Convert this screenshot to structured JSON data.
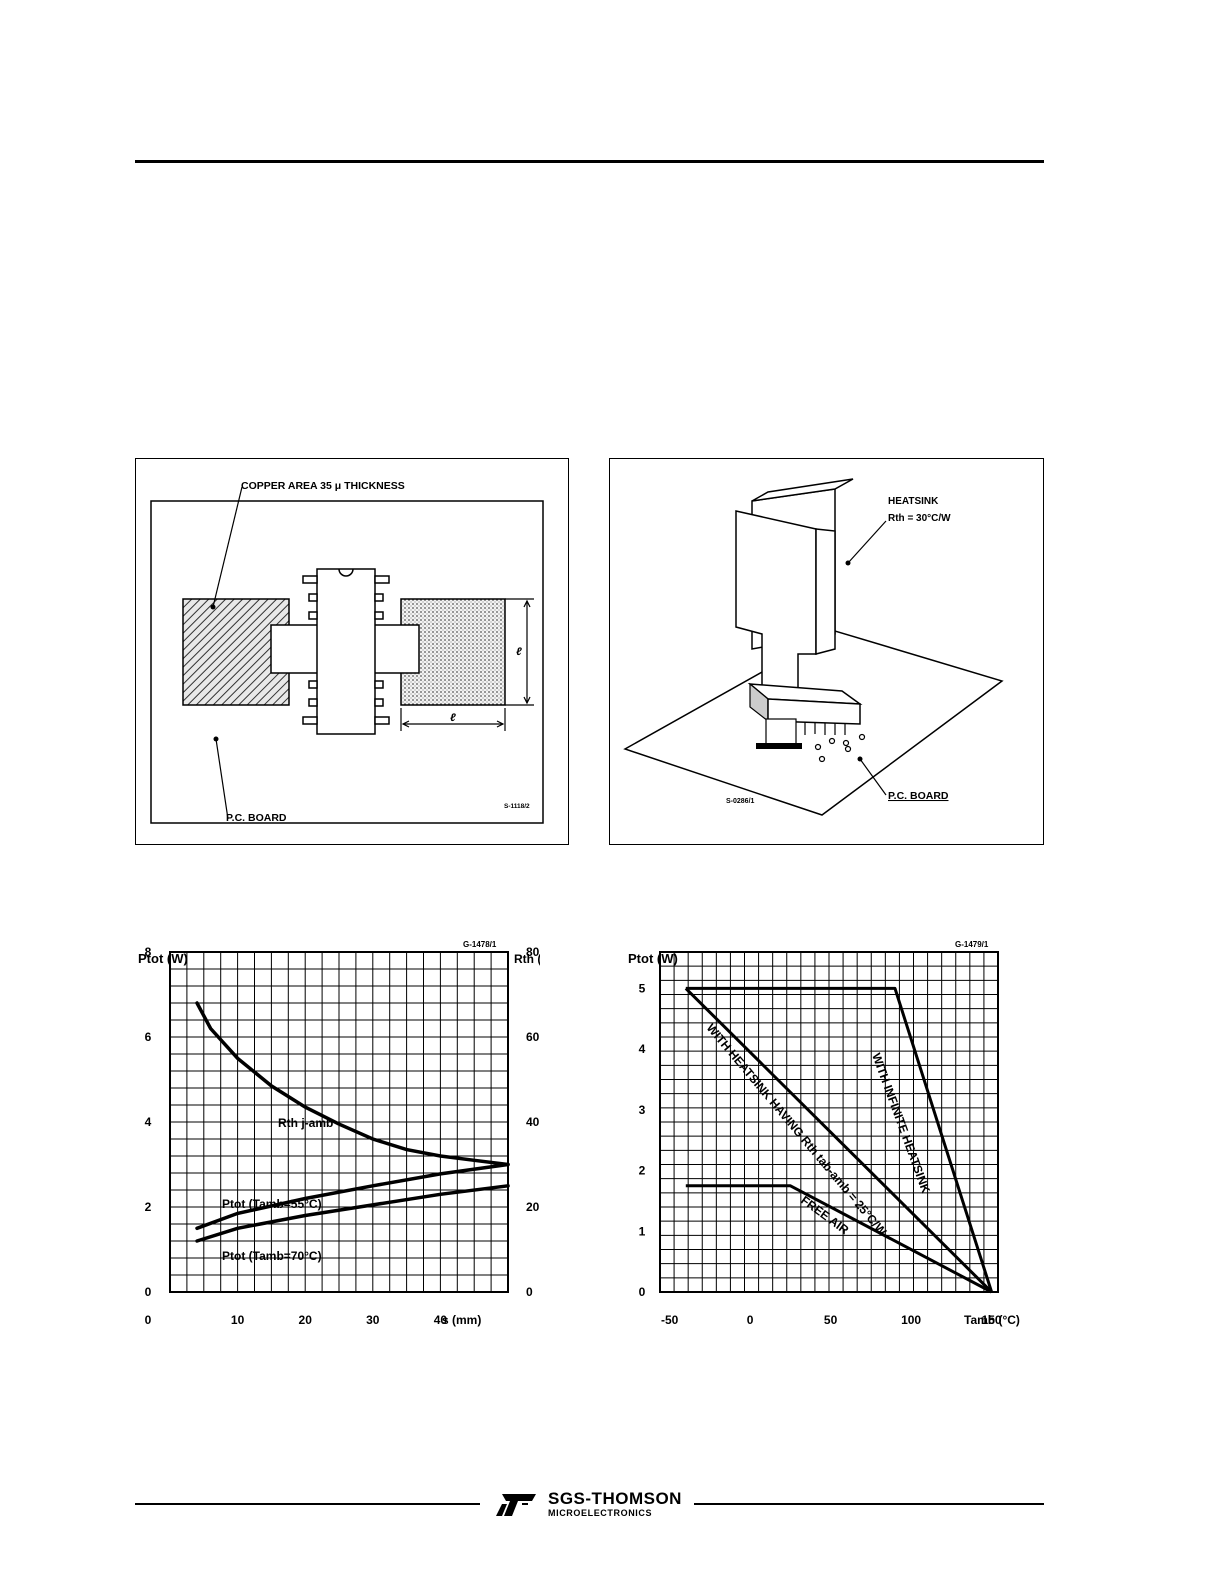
{
  "figure1": {
    "copper_label": "COPPER AREA 35 μ THICKNESS",
    "board_label": "P.C. BOARD",
    "dim_label": "ℓ",
    "ref": "S-1118/2"
  },
  "figure2": {
    "heatsink_label": "HEATSINK",
    "rth_label": "Rth = 30°C/W",
    "board_label": "P.C. BOARD",
    "ref": "S-0286/1"
  },
  "chart_data": [
    {
      "type": "line",
      "ref": "G-1478/1",
      "ylabel": "Ptot (W)",
      "y2label": "Rth (°C/W)",
      "xlabel": "s (mm)",
      "xlim": [
        0,
        50
      ],
      "ylim": [
        0,
        8
      ],
      "y2lim": [
        0,
        80
      ],
      "x_ticks": [
        "0",
        "10",
        "20",
        "30",
        "40"
      ],
      "y_ticks": [
        "0",
        "2",
        "4",
        "6",
        "8"
      ],
      "y2_ticks": [
        "0",
        "20",
        "40",
        "60",
        "80"
      ],
      "series": [
        {
          "name": "Rth j-amb",
          "axis": "right",
          "x": [
            4,
            6,
            10,
            15,
            20,
            25,
            30,
            35,
            40,
            45,
            50
          ],
          "y": [
            68,
            62,
            55,
            48.5,
            43.5,
            39.5,
            36,
            33.5,
            32,
            31,
            30
          ]
        },
        {
          "name": "Ptot (Tamb=55°C)",
          "axis": "left",
          "x": [
            4,
            10,
            20,
            30,
            40,
            50
          ],
          "y": [
            1.5,
            1.85,
            2.2,
            2.5,
            2.78,
            3.0
          ]
        },
        {
          "name": "Ptot (Tamb=70°C)",
          "axis": "left",
          "x": [
            4,
            10,
            20,
            30,
            40,
            50
          ],
          "y": [
            1.2,
            1.5,
            1.8,
            2.05,
            2.3,
            2.5
          ]
        }
      ]
    },
    {
      "type": "line",
      "ref": "G-1479/1",
      "ylabel": "Ptot (W)",
      "xlabel": "Tamb (°C)",
      "xlim": [
        -50,
        150
      ],
      "ylim": [
        0,
        5
      ],
      "x_ticks": [
        "-50",
        "0",
        "50",
        "100",
        "150"
      ],
      "y_ticks": [
        "0",
        "1",
        "2",
        "3",
        "4",
        "5"
      ],
      "series": [
        {
          "name": "WITH INFINITE HEATSINK",
          "x": [
            -40,
            90,
            150
          ],
          "y": [
            5,
            5,
            0
          ]
        },
        {
          "name": "WITH HEATSINK HAVING Rth tab-amb = 25°C/W",
          "x": [
            -40,
            150
          ],
          "y": [
            5,
            0
          ]
        },
        {
          "name": "FREE AIR",
          "x": [
            -40,
            25,
            150
          ],
          "y": [
            1.75,
            1.75,
            0
          ]
        }
      ]
    }
  ],
  "footer": {
    "brand": "SGS-THOMSON",
    "sub": "MICROELECTRONICS"
  }
}
